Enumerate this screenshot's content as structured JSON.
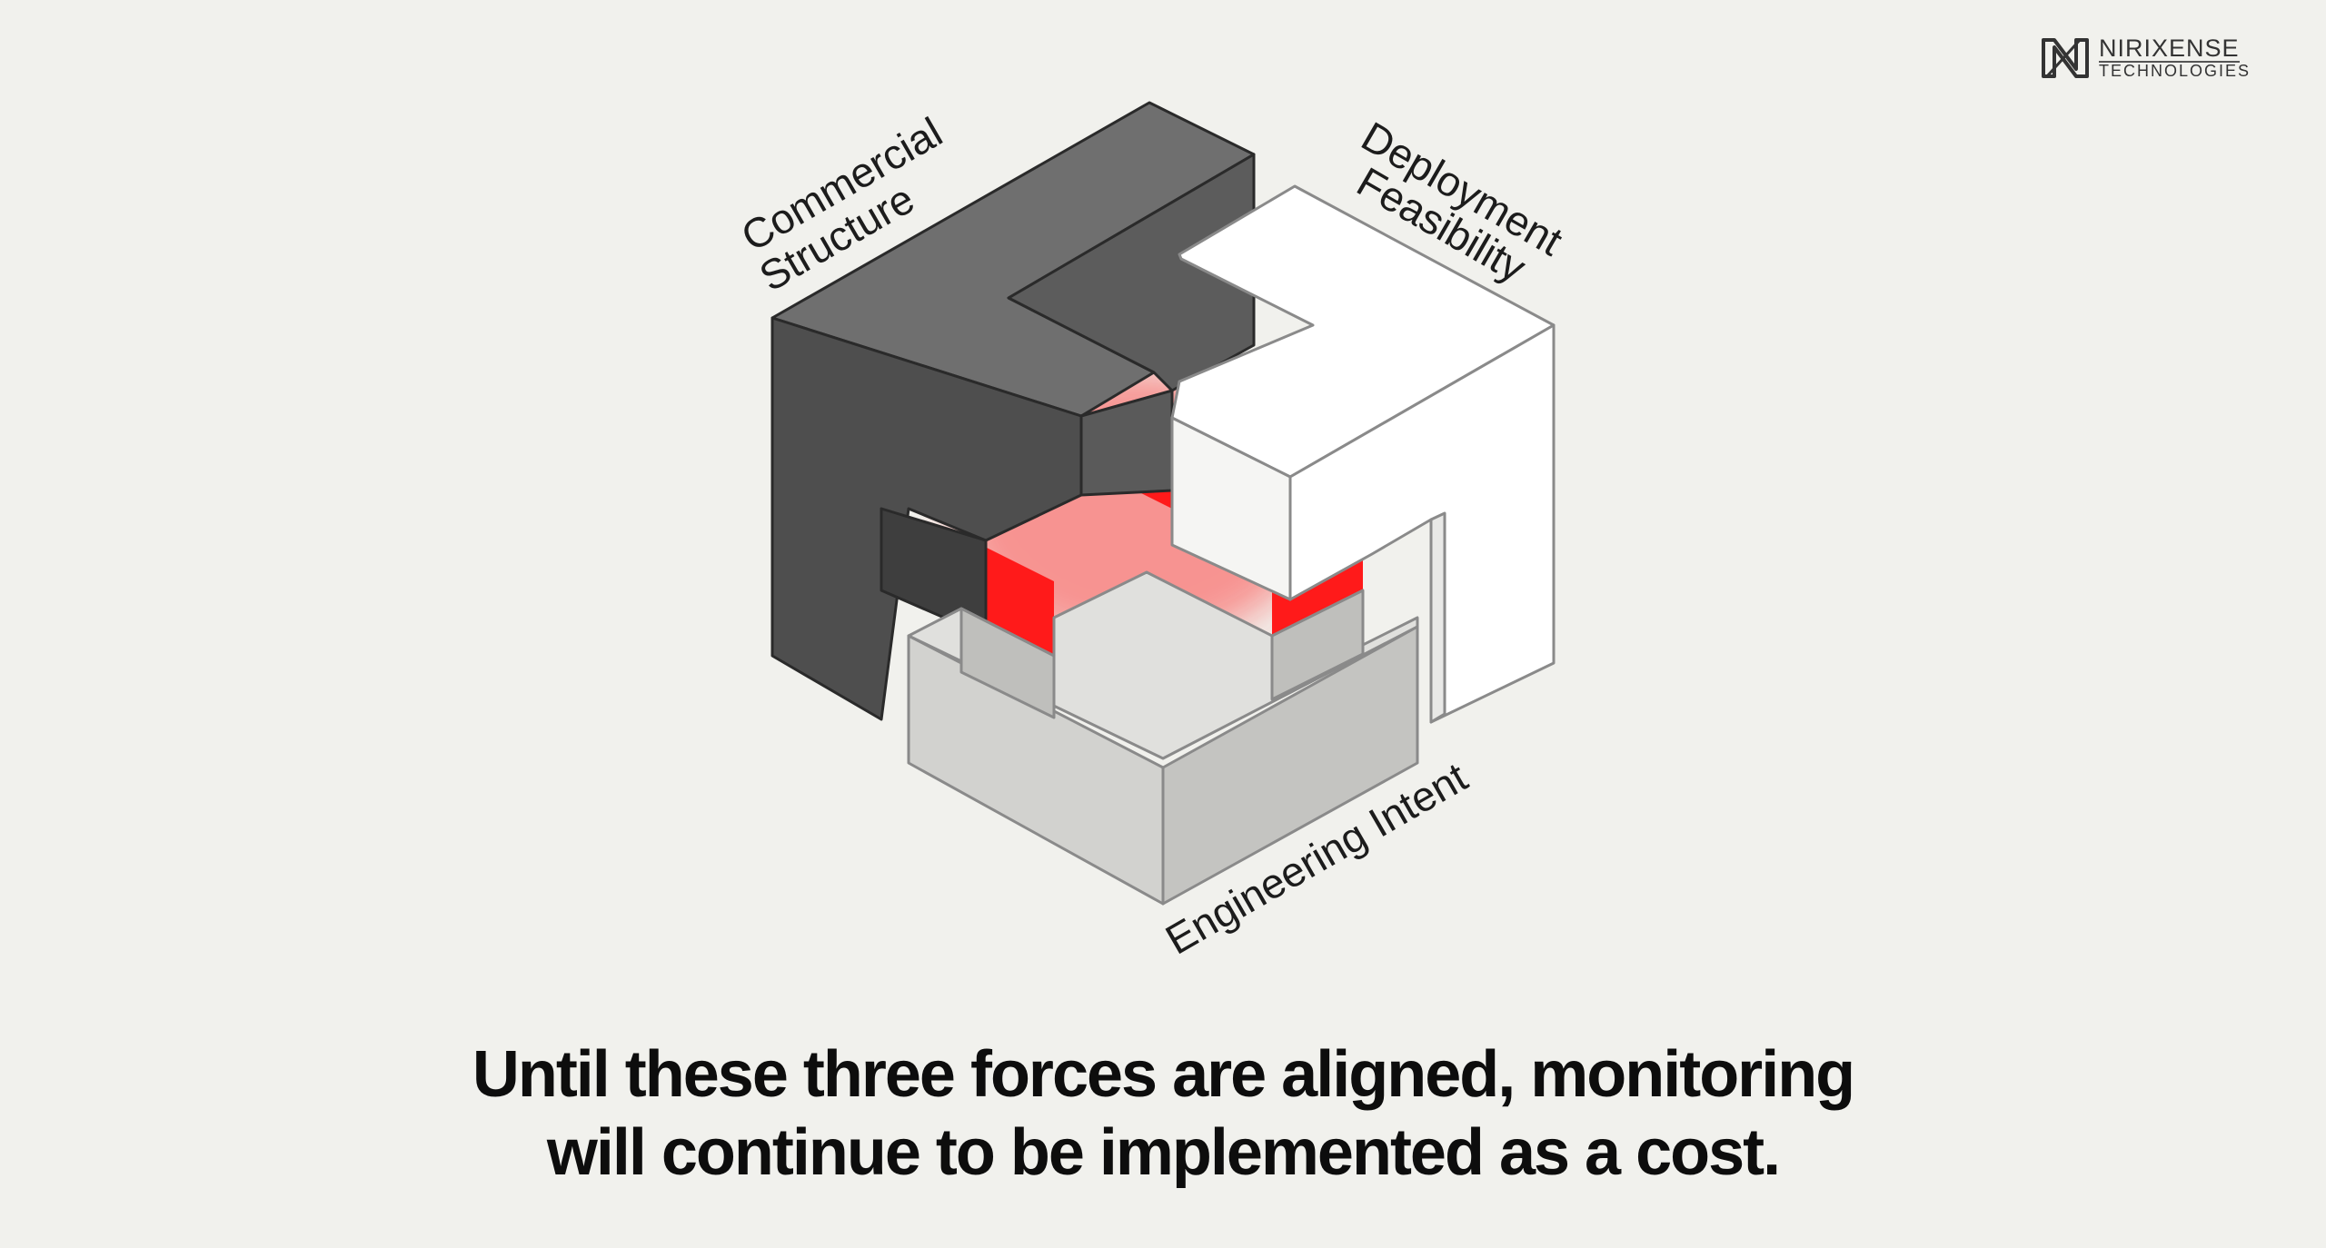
{
  "diagram": {
    "labels": {
      "commercial": [
        "Commercial",
        "Structure"
      ],
      "deployment": [
        "Deployment",
        "Feasibility"
      ],
      "engineering": "Engineering Intent"
    },
    "colors": {
      "dark_piece": "#6f6f6f",
      "dark_piece_side": "#4e4e4e",
      "white_piece": "#ffffff",
      "grey_piece": "#cfcfcc",
      "core": "#ff1a1a",
      "background": "#f1f1ed"
    }
  },
  "caption": {
    "line1": "Until these three forces are aligned, monitoring",
    "line2": "will continue to be implemented as a cost."
  },
  "logo": {
    "name": "NIRIXENSE",
    "subtitle": "TECHNOLOGIES"
  }
}
